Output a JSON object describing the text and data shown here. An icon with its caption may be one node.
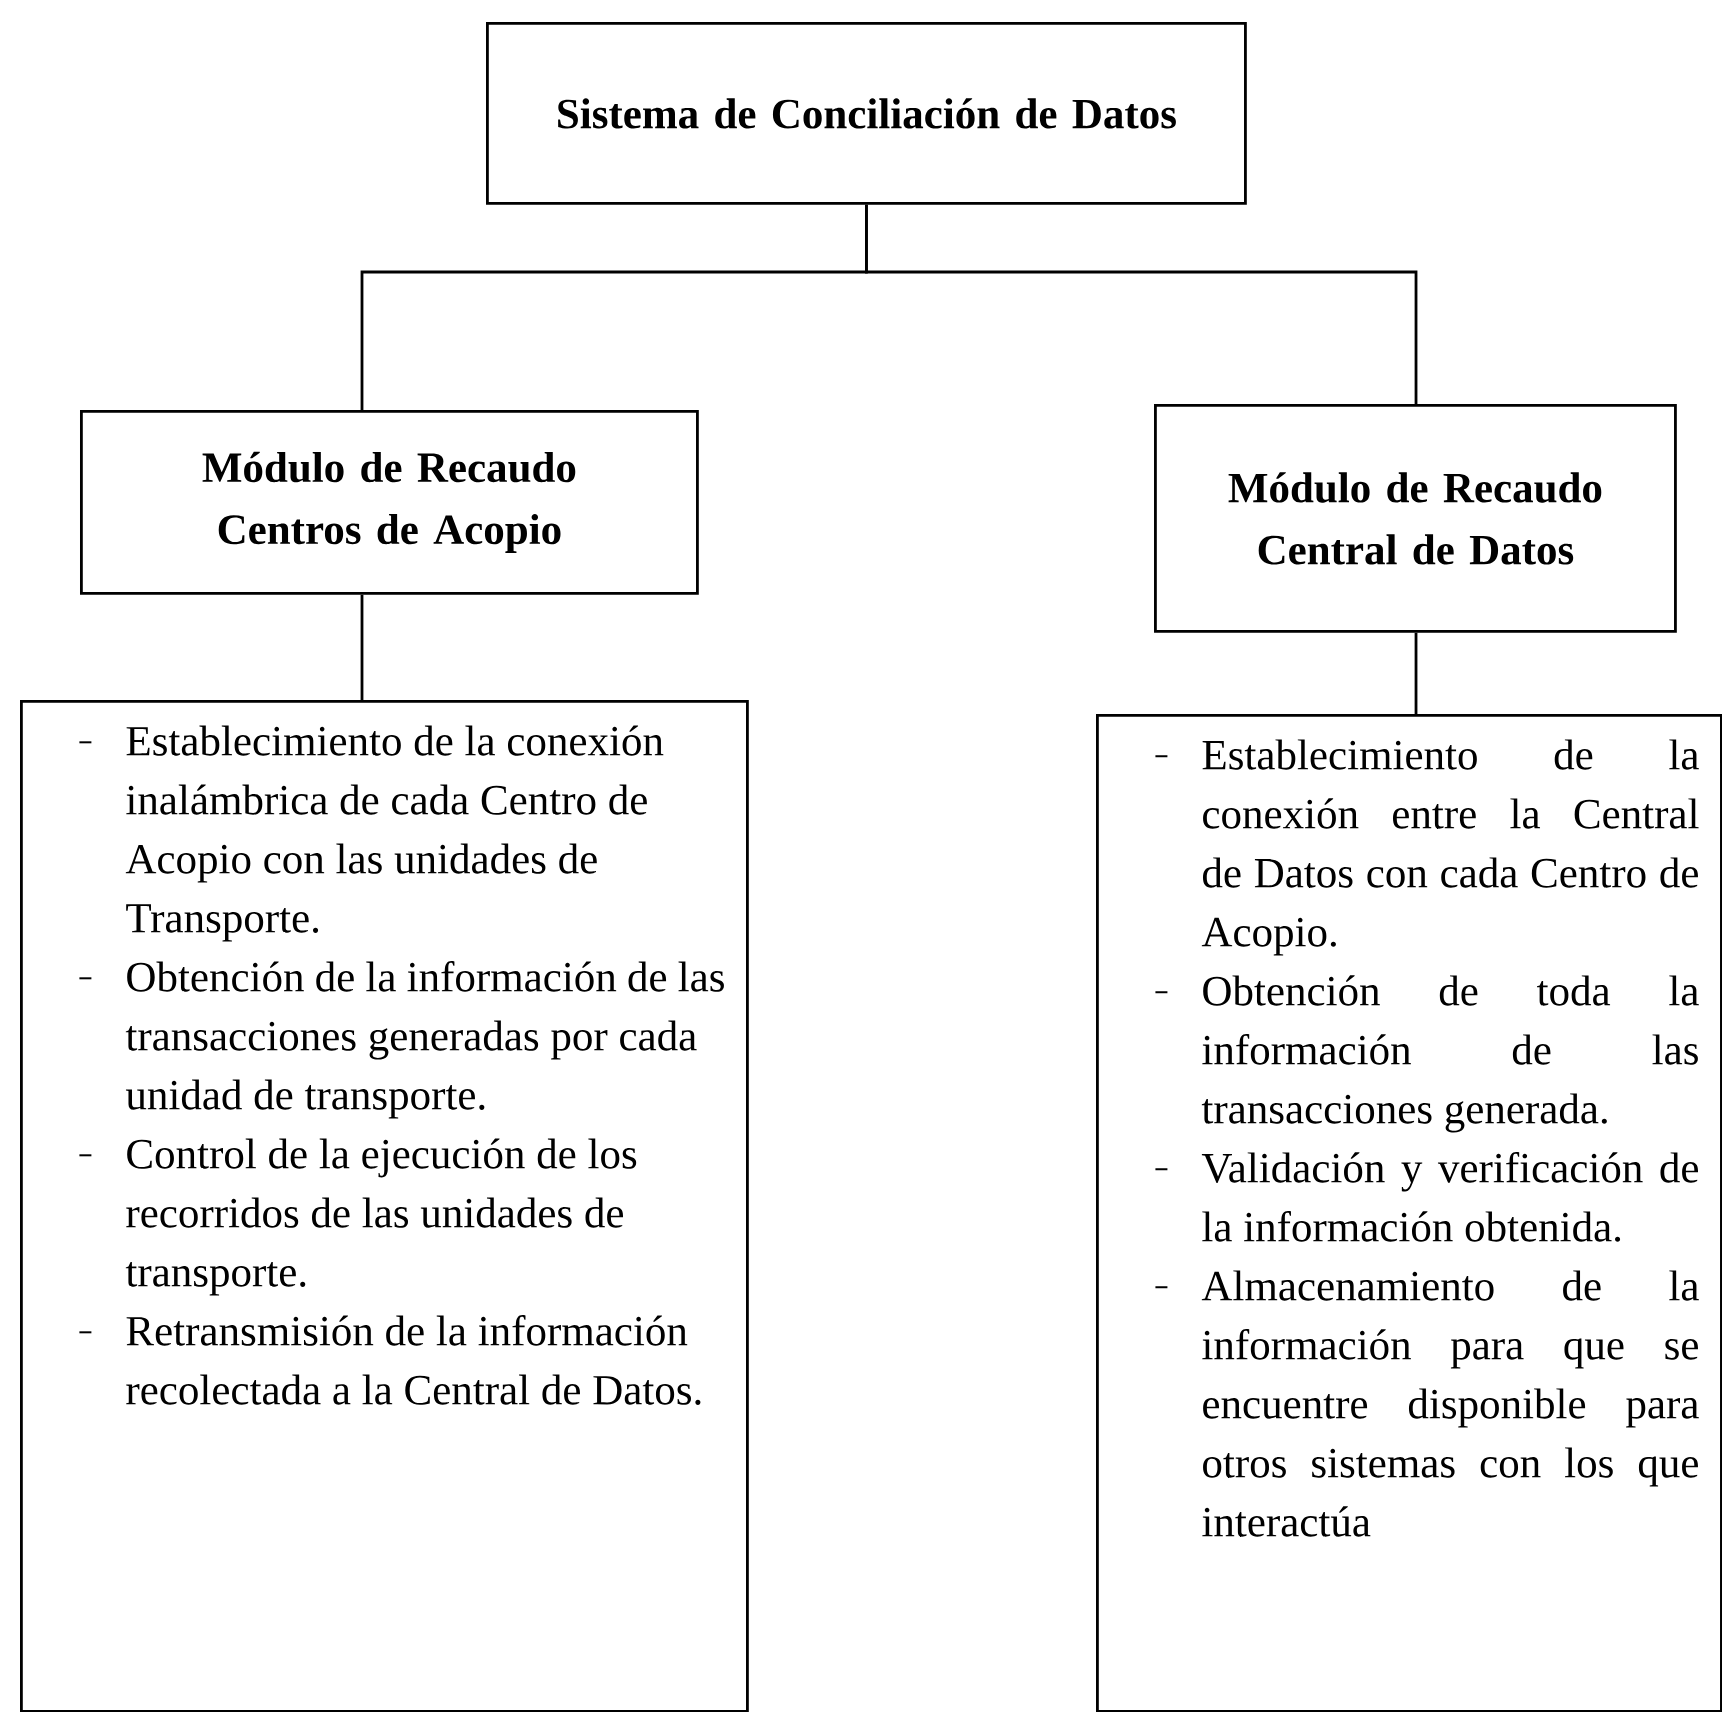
{
  "diagram": {
    "nodes": [
      {
        "text": [
          "Sistema de Conciliación de Datos"
        ]
      },
      {
        "text": [
          "Módulo de Recaudo Centros de Acopio"
        ]
      },
      {
        "text": [
          "Módulo de Recaudo Central de Datos"
        ]
      },
      {
        "text": [
          "Establecimiento de la conexión inalámbrica de cada Centro de Acopio con las unidades de Transporte.",
          "Obtención de la información de las transacciones generadas por cada unidad de transporte.",
          "Control de la ejecución de los recorridos de las unidades de transporte.",
          "Retransmisión de la información recolectada a la Central de Datos."
        ]
      },
      {
        "text": [
          "Establecimiento de la conexión entre la Central de Datos con cada Centro de Acopio.",
          "Obtención de toda la información de las transacciones generada.",
          "Validación y verificación de la información obtenida.",
          "Almacenamiento de la información para que se encuentre disponible para otros sistemas con los que interactúa"
        ]
      }
    ],
    "edges": [
      {
        "from": 0,
        "to": 1,
        "arrow": "none"
      },
      {
        "from": 0,
        "to": 2,
        "arrow": "none"
      },
      {
        "from": 1,
        "to": 3,
        "arrow": "none"
      },
      {
        "from": 2,
        "to": 4,
        "arrow": "none"
      }
    ]
  }
}
